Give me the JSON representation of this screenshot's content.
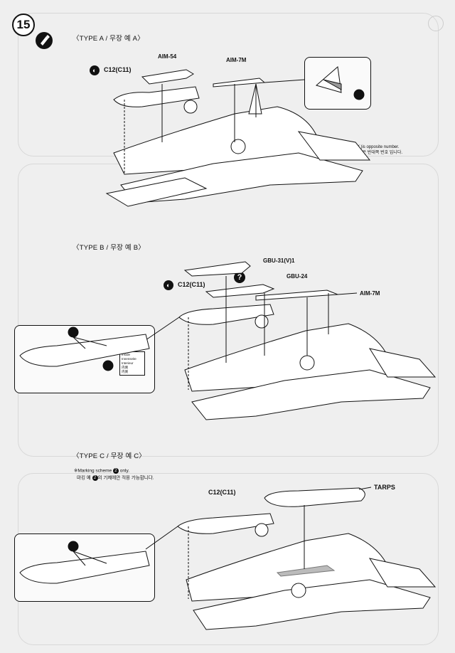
{
  "step_number": "15",
  "sections": [
    {
      "title": "〈TYPE A / 무장 예 A〉",
      "part_label": "C12(C11)",
      "weapons": [
        "AIM-54",
        "AIM-7M"
      ]
    },
    {
      "title": "〈TYPE B / 무장 예 B〉",
      "part_label": "C12(C11)",
      "weapons": [
        "GBU-31(V)1",
        "GBU-24",
        "AIM-7M"
      ]
    },
    {
      "title": "〈TYPE C / 무장 예 C〉",
      "part_label": "C12(C11)",
      "weapons": [
        "TARPS"
      ]
    }
  ],
  "note_opposite": {
    "en": "( )is opposite number.",
    "ko": "( )은 반대쪽 번호 입니다."
  },
  "marking_note": {
    "en_prefix": "※Marking scheme",
    "en_suffix": "only.",
    "ko_prefix": "마킹 예",
    "ko_suffix": "의 기체에만 적용 가능합니다.",
    "scheme": "2"
  },
  "question_badge": "?",
  "legend_lines": [
    "Inside",
    "Innenseite",
    "Interieur",
    "内側",
    "内側"
  ]
}
